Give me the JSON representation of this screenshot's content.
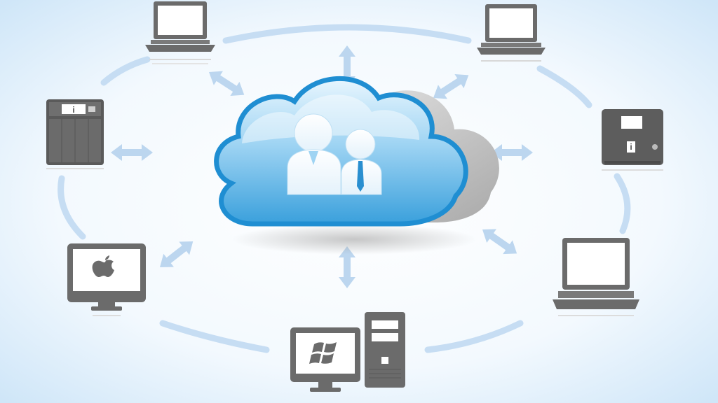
{
  "colors": {
    "background_center": "#ffffff",
    "background_edge": "#cfe6f8",
    "ring": "#c6ddf3",
    "arrow": "#bcd6ef",
    "device": "#6b6b6b",
    "device_dark": "#4e4e4e",
    "cloud_blue": "#3aa0dc",
    "cloud_light": "#bfe3f8",
    "cloud_gray": "#c9c9c9"
  },
  "diagram": {
    "center": {
      "icon": "cloud-users-icon"
    },
    "devices": [
      {
        "id": "laptop-top-left",
        "icon": "laptop-icon"
      },
      {
        "id": "laptop-top-right",
        "icon": "laptop-icon"
      },
      {
        "id": "nas-left",
        "icon": "nas-server-icon"
      },
      {
        "id": "nas-right",
        "icon": "nas-server-icon"
      },
      {
        "id": "mac-monitor",
        "icon": "apple-monitor-icon"
      },
      {
        "id": "laptop-bottom-right",
        "icon": "laptop-icon"
      },
      {
        "id": "windows-desktop",
        "icon": "windows-desktop-icon"
      }
    ],
    "connectors": "bidirectional-arrow-icon"
  }
}
